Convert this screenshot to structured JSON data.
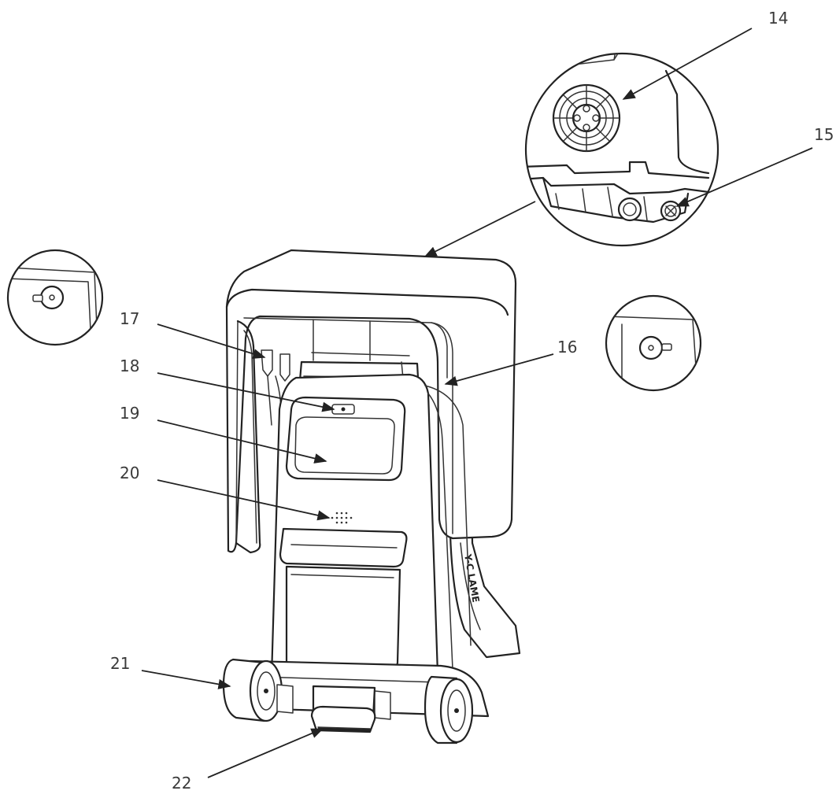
{
  "callouts": [
    {
      "id": "14",
      "label": "14"
    },
    {
      "id": "15",
      "label": "15"
    },
    {
      "id": "16",
      "label": "16"
    },
    {
      "id": "17",
      "label": "17"
    },
    {
      "id": "18",
      "label": "18"
    },
    {
      "id": "19",
      "label": "19"
    },
    {
      "id": "20",
      "label": "20"
    },
    {
      "id": "21",
      "label": "21"
    },
    {
      "id": "22",
      "label": "22"
    }
  ],
  "brand_text": "Y-C LAME",
  "colors": {
    "line": "#222222",
    "label": "#3a3a3a",
    "background": "#ffffff"
  },
  "icons": [
    "connector-socket-icon",
    "screw-terminal-icon",
    "wheel-icon",
    "foot-pedal-icon",
    "speaker-grille-icon"
  ]
}
